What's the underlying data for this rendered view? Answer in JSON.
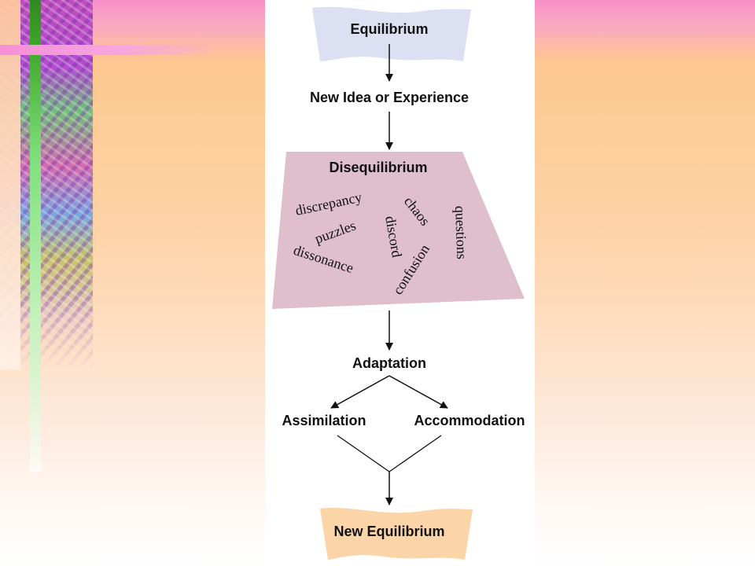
{
  "diagram": {
    "nodes": {
      "equilibrium": "Equilibrium",
      "new_idea": "New Idea or Experience",
      "disequilibrium": "Disequilibrium",
      "adaptation": "Adaptation",
      "assimilation": "Assimilation",
      "accommodation": "Accommodation",
      "new_equilibrium": "New Equilibrium"
    },
    "disequilibrium_words": {
      "discrepancy": "discrepancy",
      "chaos": "chaos",
      "questions": "questions",
      "puzzles": "puzzles",
      "discord": "discord",
      "dissonance": "dissonance",
      "confusion": "confusion"
    },
    "colors": {
      "equilibrium_fill": "#dde0f2",
      "disequilibrium_fill": "#dfbfcc",
      "new_equilibrium_fill": "#fbd4a8",
      "line": "#111111"
    }
  }
}
